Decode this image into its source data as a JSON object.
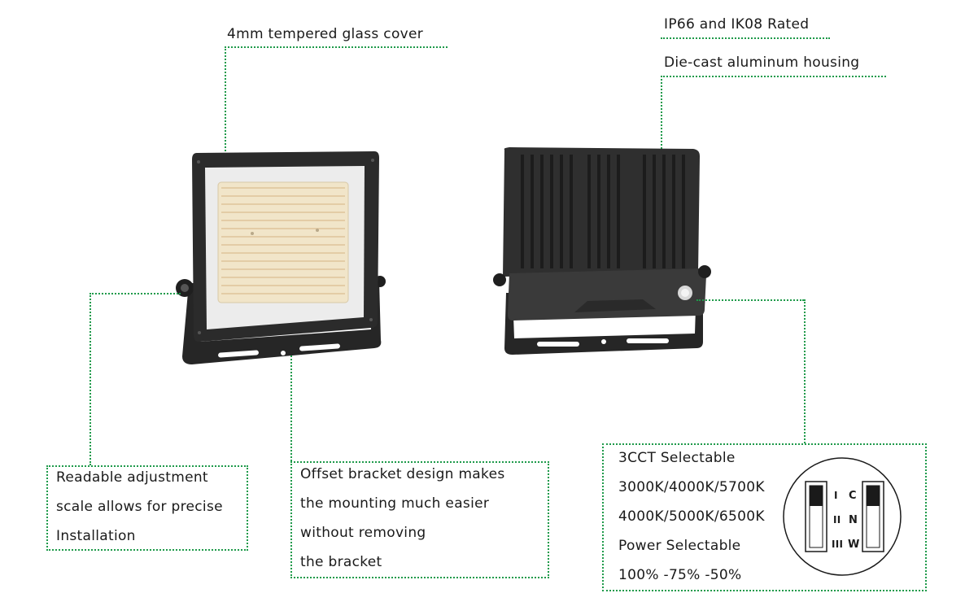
{
  "callouts": {
    "glass": "4mm tempered glass cover",
    "rating": "IP66 and IK08 Rated",
    "housing": "Die-cast aluminum housing"
  },
  "scale_box": {
    "lines": [
      "Readable adjustment",
      "scale allows for precise",
      "Installation"
    ]
  },
  "bracket_box": {
    "lines": [
      "Offset bracket design makes",
      "the mounting much easier",
      "without removing",
      "the bracket"
    ]
  },
  "cct_box": {
    "lines": [
      "3CCT Selectable",
      "3000K/4000K/5700K",
      "4000K/5000K/6500K",
      "Power Selectable",
      "100% -75% -50%"
    ]
  },
  "switch_diagram": {
    "left_marks": [
      "I",
      "II",
      "III"
    ],
    "right_marks": [
      "C",
      "N",
      "W"
    ]
  },
  "colors": {
    "leader_line": "#1e9a4a",
    "housing": "#2b2b2b",
    "led_panel": "#f1e5c9"
  }
}
